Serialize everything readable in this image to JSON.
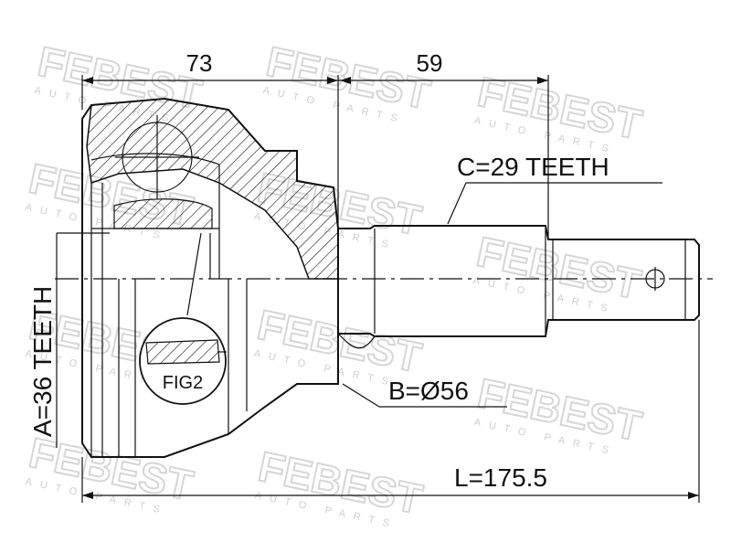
{
  "watermark": {
    "brand": "FEBEST",
    "sub": "AUTO PARTS"
  },
  "dimensions": {
    "length_73": "73",
    "length_59": "59",
    "total_length": "L=175.5",
    "outer_teeth": "A=36 TEETH",
    "spline_teeth": "C=29 TEETH",
    "seal_diameter": "B=Ø56"
  },
  "callouts": {
    "fig2": "FIG2"
  }
}
